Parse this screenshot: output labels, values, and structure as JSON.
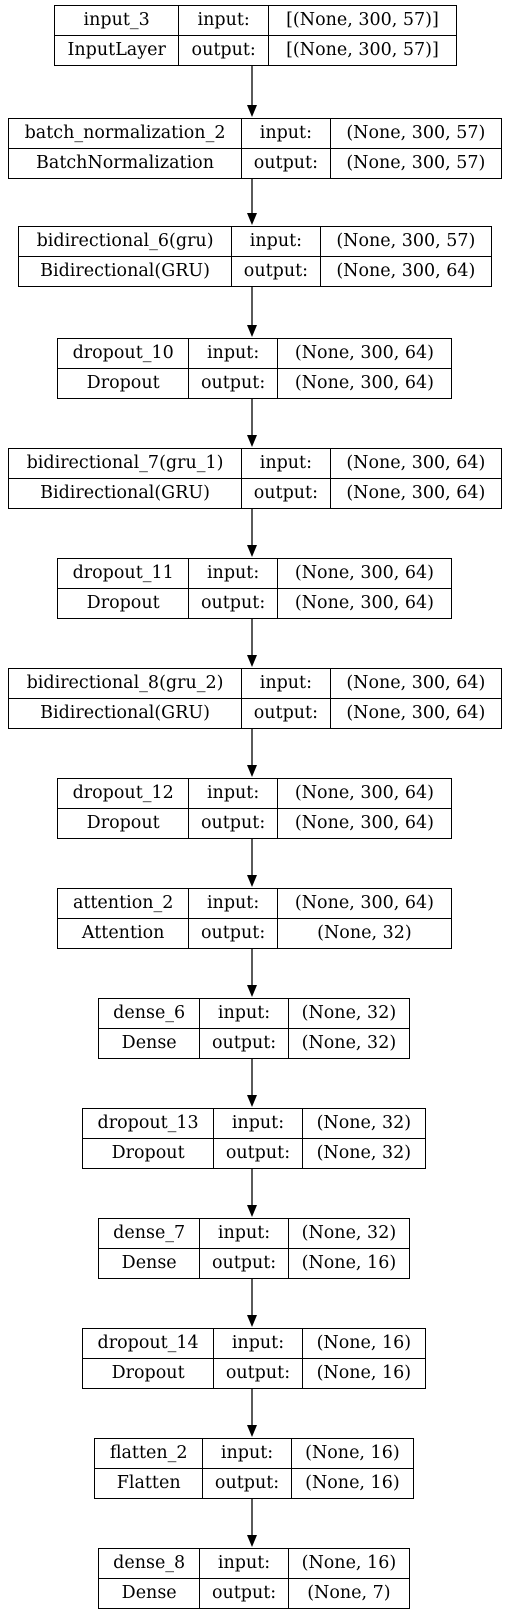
{
  "diagram": {
    "labels": {
      "input": "input:",
      "output": "output:"
    },
    "layers": [
      {
        "name": "input_3",
        "type": "InputLayer",
        "input": "[(None, 300, 57)]",
        "output": "[(None, 300, 57)]"
      },
      {
        "name": "batch_normalization_2",
        "type": "BatchNormalization",
        "input": "(None, 300, 57)",
        "output": "(None, 300, 57)"
      },
      {
        "name": "bidirectional_6(gru)",
        "type": "Bidirectional(GRU)",
        "input": "(None, 300, 57)",
        "output": "(None, 300, 64)"
      },
      {
        "name": "dropout_10",
        "type": "Dropout",
        "input": "(None, 300, 64)",
        "output": "(None, 300, 64)"
      },
      {
        "name": "bidirectional_7(gru_1)",
        "type": "Bidirectional(GRU)",
        "input": "(None, 300, 64)",
        "output": "(None, 300, 64)"
      },
      {
        "name": "dropout_11",
        "type": "Dropout",
        "input": "(None, 300, 64)",
        "output": "(None, 300, 64)"
      },
      {
        "name": "bidirectional_8(gru_2)",
        "type": "Bidirectional(GRU)",
        "input": "(None, 300, 64)",
        "output": "(None, 300, 64)"
      },
      {
        "name": "dropout_12",
        "type": "Dropout",
        "input": "(None, 300, 64)",
        "output": "(None, 300, 64)"
      },
      {
        "name": "attention_2",
        "type": "Attention",
        "input": "(None, 300, 64)",
        "output": "(None, 32)"
      },
      {
        "name": "dense_6",
        "type": "Dense",
        "input": "(None, 32)",
        "output": "(None, 32)"
      },
      {
        "name": "dropout_13",
        "type": "Dropout",
        "input": "(None, 32)",
        "output": "(None, 32)"
      },
      {
        "name": "dense_7",
        "type": "Dense",
        "input": "(None, 32)",
        "output": "(None, 16)"
      },
      {
        "name": "dropout_14",
        "type": "Dropout",
        "input": "(None, 16)",
        "output": "(None, 16)"
      },
      {
        "name": "flatten_2",
        "type": "Flatten",
        "input": "(None, 16)",
        "output": "(None, 16)"
      },
      {
        "name": "dense_8",
        "type": "Dense",
        "input": "(None, 16)",
        "output": "(None, 7)"
      }
    ]
  }
}
